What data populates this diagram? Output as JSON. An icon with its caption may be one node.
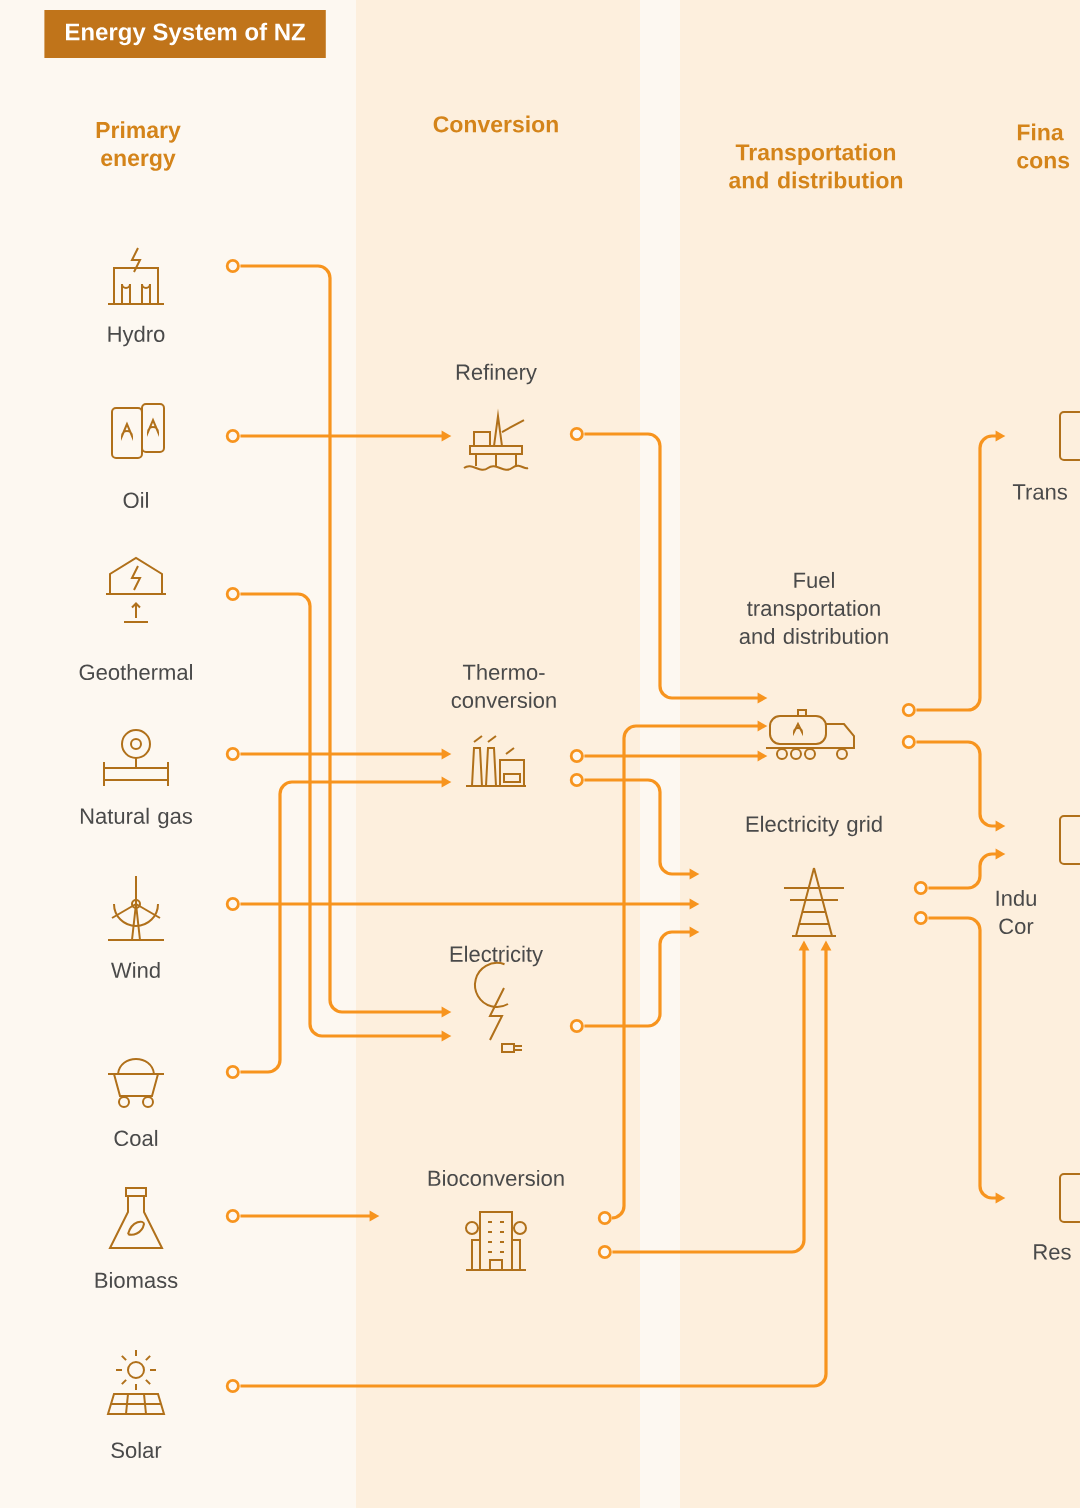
{
  "diagram": {
    "title": "Energy System of NZ",
    "nodes": [
      {
        "text": [
          "Hydro"
        ]
      },
      {
        "text": [
          "Oil"
        ]
      },
      {
        "text": [
          "Geothermal"
        ]
      },
      {
        "text": [
          "Natural gas"
        ]
      },
      {
        "text": [
          "Wind"
        ]
      },
      {
        "text": [
          "Coal"
        ]
      },
      {
        "text": [
          "Biomass"
        ]
      },
      {
        "text": [
          "Solar"
        ]
      },
      {
        "text": [
          "Refinery"
        ]
      },
      {
        "text": [
          "Thermo- conversion"
        ]
      },
      {
        "text": [
          "Electricity"
        ]
      },
      {
        "text": [
          "Bioconversion"
        ]
      },
      {
        "text": [
          "Fuel transportation and distribution"
        ]
      },
      {
        "text": [
          "Electricity grid"
        ]
      },
      {
        "text": [
          "Trans"
        ]
      },
      {
        "text": [
          "Indu Cor"
        ]
      },
      {
        "text": [
          "Res"
        ]
      }
    ],
    "edges": [
      {
        "from": 0,
        "to": 10,
        "arrow": "to"
      },
      {
        "from": 1,
        "to": 8,
        "arrow": "to"
      },
      {
        "from": 2,
        "to": 10,
        "arrow": "to"
      },
      {
        "from": 3,
        "to": 9,
        "arrow": "to"
      },
      {
        "from": 4,
        "to": 13,
        "arrow": "to"
      },
      {
        "from": 5,
        "to": 9,
        "arrow": "to"
      },
      {
        "from": 6,
        "to": 11,
        "arrow": "to"
      },
      {
        "from": 7,
        "to": 13,
        "arrow": "to"
      },
      {
        "from": 8,
        "to": 12,
        "arrow": "to"
      },
      {
        "from": 9,
        "to": 12,
        "arrow": "to"
      },
      {
        "from": 11,
        "to": 12,
        "arrow": "to"
      },
      {
        "from": 9,
        "to": 13,
        "arrow": "to"
      },
      {
        "from": 10,
        "to": 13,
        "arrow": "to"
      },
      {
        "from": 11,
        "to": 13,
        "arrow": "to"
      },
      {
        "from": 12,
        "to": 14,
        "arrow": "to"
      },
      {
        "from": 12,
        "to": 15,
        "arrow": "to"
      },
      {
        "from": 13,
        "to": 15,
        "arrow": "to"
      },
      {
        "from": 13,
        "to": 16,
        "arrow": "to"
      }
    ],
    "labels": [
      "Primary energy",
      "Conversion",
      "Transportation and distribution",
      "Fina cons"
    ]
  }
}
